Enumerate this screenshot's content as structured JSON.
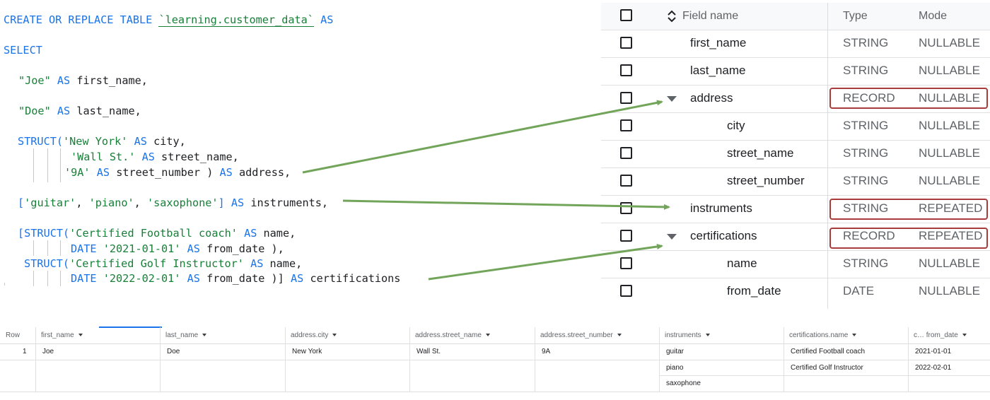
{
  "code": {
    "line1_kw": "CREATE OR REPLACE TABLE",
    "line1_table": "`learning.customer_data`",
    "line1_as": "AS",
    "line2_select": "SELECT",
    "line3_str": "\"Joe\"",
    "line3_as": "AS",
    "line3_col": "first_name,",
    "line4_str": "\"Doe\"",
    "line4_as": "AS",
    "line4_col": "last_name,",
    "line5_fn": "STRUCT(",
    "line5_str": "'New York'",
    "line5_as": "AS",
    "line5_col": "city,",
    "line6_str": "'Wall St.'",
    "line6_as": "AS",
    "line6_col": "street_name,",
    "line7_str": "'9A'",
    "line7_as": "AS",
    "line7_col": "street_number",
    "line7_close": ")",
    "line7_as2": "AS",
    "line7_alias": "address,",
    "line8_open": "[",
    "line8_s1": "'guitar'",
    "line8_comma1": ",",
    "line8_s2": "'piano'",
    "line8_comma2": ",",
    "line8_s3": "'saxophone'",
    "line8_close": "]",
    "line8_as": "AS",
    "line8_alias": "instruments,",
    "line9_fn": "[STRUCT(",
    "line9_str": "'Certified Football coach'",
    "line9_as": "AS",
    "line9_col": "name,",
    "line10_date": "DATE",
    "line10_str": "'2021-01-01'",
    "line10_as": "AS",
    "line10_col": "from_date",
    "line10_close": "),",
    "line11_fn": "STRUCT(",
    "line11_str": "'Certified Golf Instructor'",
    "line11_as": "AS",
    "line11_col": "name,",
    "line12_date": "DATE",
    "line12_str": "'2022-02-01'",
    "line12_as": "AS",
    "line12_col": "from_date",
    "line12_close": ")]",
    "line12_as2": "AS",
    "line12_alias": "certifications"
  },
  "schema": {
    "headers": {
      "field": "Field name",
      "type": "Type",
      "mode": "Mode"
    },
    "rows": [
      {
        "name": "first_name",
        "type": "STRING",
        "mode": "NULLABLE"
      },
      {
        "name": "last_name",
        "type": "STRING",
        "mode": "NULLABLE"
      },
      {
        "name": "address",
        "type": "RECORD",
        "mode": "NULLABLE"
      },
      {
        "name": "city",
        "type": "STRING",
        "mode": "NULLABLE"
      },
      {
        "name": "street_name",
        "type": "STRING",
        "mode": "NULLABLE"
      },
      {
        "name": "street_number",
        "type": "STRING",
        "mode": "NULLABLE"
      },
      {
        "name": "instruments",
        "type": "STRING",
        "mode": "REPEATED"
      },
      {
        "name": "certifications",
        "type": "RECORD",
        "mode": "REPEATED"
      },
      {
        "name": "name",
        "type": "STRING",
        "mode": "NULLABLE"
      },
      {
        "name": "from_date",
        "type": "DATE",
        "mode": "NULLABLE"
      }
    ],
    "highlight_color": "#a83c3c"
  },
  "results": {
    "headers": [
      "Row",
      "first_name",
      "last_name",
      "address.city",
      "address.street_name",
      "address.street_number",
      "instruments",
      "certifications.name",
      "c… from_date"
    ],
    "row_number": "1",
    "first_name": "Joe",
    "last_name": "Doe",
    "city": "New York",
    "street_name": "Wall St.",
    "street_number": "9A",
    "instruments": [
      "guitar",
      "piano",
      "saxophone"
    ],
    "cert_names": [
      "Certified Football coach",
      "Certified Golf Instructor"
    ],
    "cert_dates": [
      "2021-01-01",
      "2022-02-01"
    ]
  },
  "colors": {
    "keyword": "#1a73e8",
    "string": "#188038",
    "arrow": "#72a55a"
  }
}
